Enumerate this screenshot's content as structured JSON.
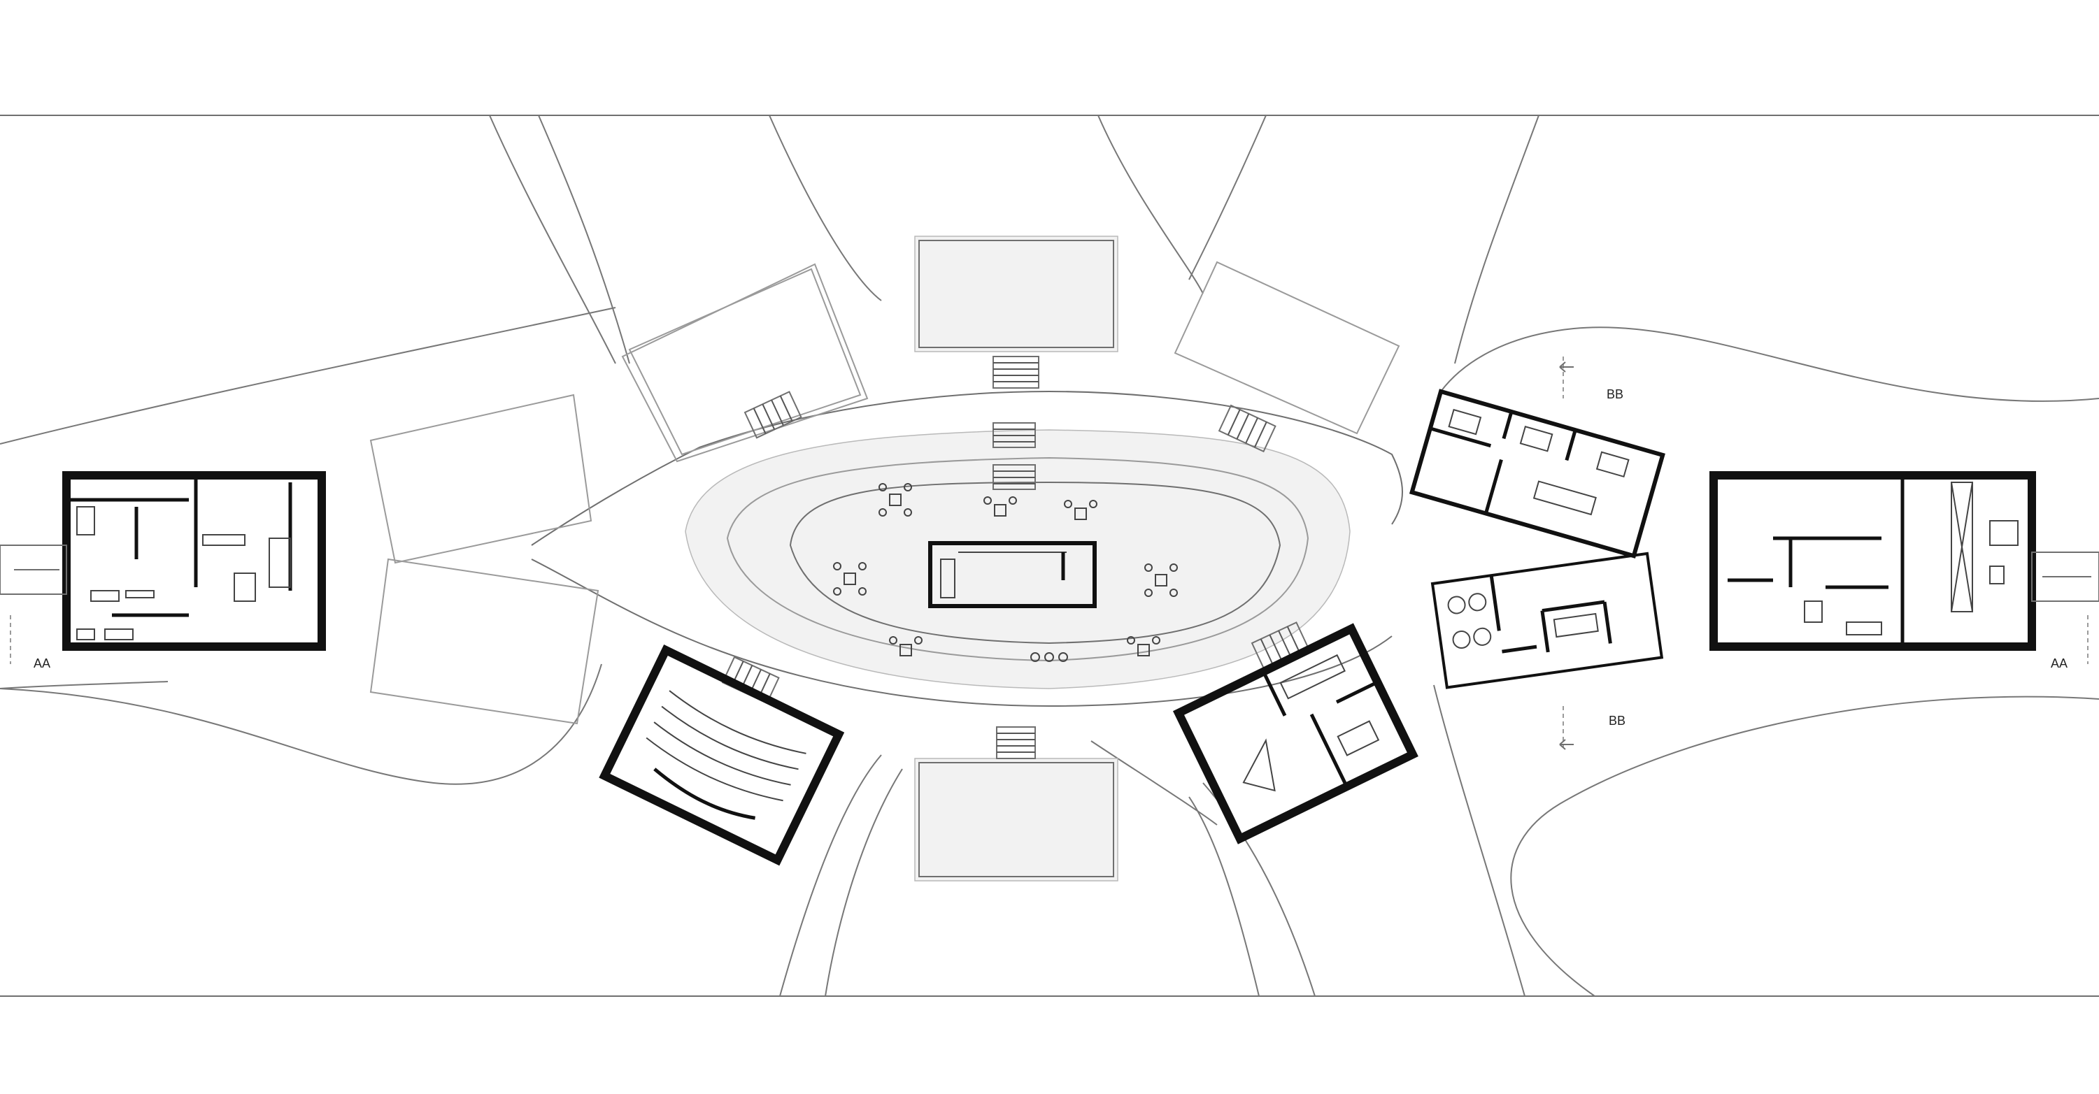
{
  "labels": {
    "section_aa_left": "AA",
    "section_aa_right": "AA",
    "section_bb_top": "BB",
    "section_bb_bottom": "BB"
  },
  "colors": {
    "background": "#ffffff",
    "heavy_walls": "#111111",
    "linework": "#6f6f6f",
    "vegetation": "#f2f2f2"
  }
}
